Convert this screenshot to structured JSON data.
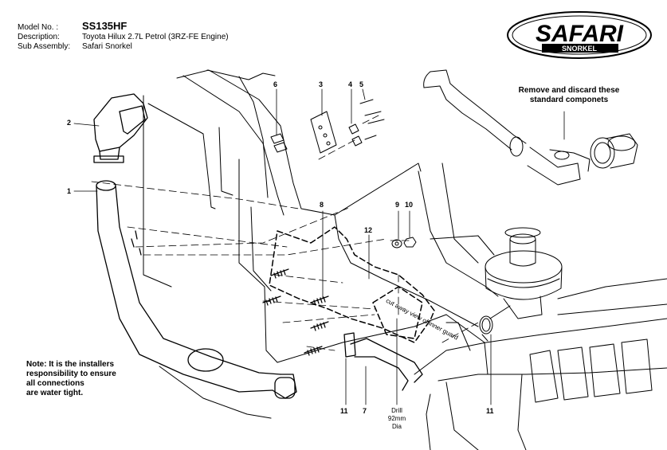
{
  "header": {
    "model_label": "Model No. :",
    "model_value": "SS135HF",
    "description_label": "Description:",
    "description_value": "Toyota Hilux 2.7L Petrol (3RZ-FE Engine)",
    "sub_assembly_label": "Sub Assembly:",
    "sub_assembly_value": "Safari Snorkel"
  },
  "logo": {
    "brand": "SAFARI",
    "sub": "SNORKEL"
  },
  "callouts": {
    "c1": "1",
    "c2": "2",
    "c3": "3",
    "c4": "4",
    "c5": "5",
    "c6": "6",
    "c7": "7",
    "c8": "8",
    "c9": "9",
    "c10": "10",
    "c11a": "11",
    "c11b": "11",
    "c12": "12"
  },
  "notes": {
    "remove_line1": "Remove and discard these",
    "remove_line2": "standard componets",
    "installer_line1": "Note: It is the installers",
    "installer_line2": "responsibility to ensure",
    "installer_line3": "all connections",
    "installer_line4": "are water tight.",
    "cut_away": "cut away view of inner guard",
    "drill_line1": "Drill",
    "drill_line2": "92mm",
    "drill_line3": "Dia"
  }
}
